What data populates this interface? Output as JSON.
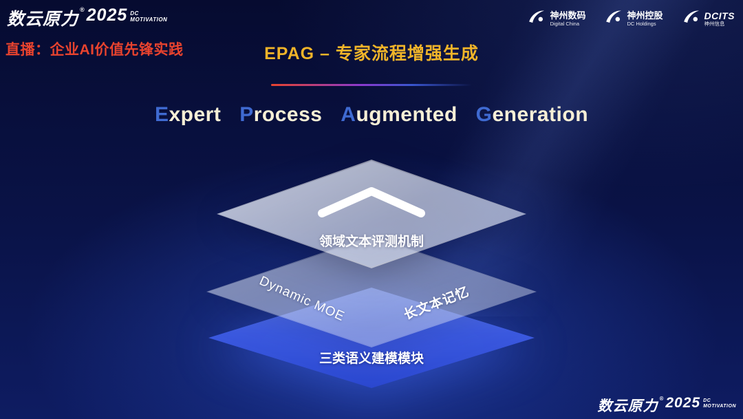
{
  "colors": {
    "accent_red": "#e8432e",
    "accent_gold": "#f0b429",
    "cap_blue": "#3f6ad1",
    "warm_white": "#f7efd6",
    "layer_blue": "#3e5ce4",
    "background_navy": "#0a1348"
  },
  "header": {
    "brand": {
      "name": "数云原力",
      "reg": "®",
      "year": "2025",
      "tag_line1": "DC",
      "tag_line2": "MOTIVATION"
    },
    "live_label": "直播：企业AI价值先锋实践",
    "page_title": "EPAG – 专家流程增强生成",
    "logos": [
      {
        "name": "神州数码",
        "sub": "Digital China"
      },
      {
        "name": "神州控股",
        "sub": "DC Holdings"
      },
      {
        "name": "DCITS",
        "sub": "神州信息"
      }
    ]
  },
  "subtitle": {
    "words": [
      {
        "cap": "E",
        "rest": "xpert"
      },
      {
        "cap": "P",
        "rest": "rocess"
      },
      {
        "cap": "A",
        "rest": "ugmented"
      },
      {
        "cap": "G",
        "rest": "eneration"
      }
    ]
  },
  "diagram": {
    "top_layer_label": "领域文本评测机制",
    "middle_layer_left_label": "Dynamic MOE",
    "middle_layer_right_label": "长文本记忆",
    "bottom_layer_label": "三类语义建模模块"
  },
  "footer": {
    "brand": {
      "name": "数云原力",
      "reg": "®",
      "year": "2025",
      "tag_line1": "DC",
      "tag_line2": "MOTIVATION"
    }
  }
}
